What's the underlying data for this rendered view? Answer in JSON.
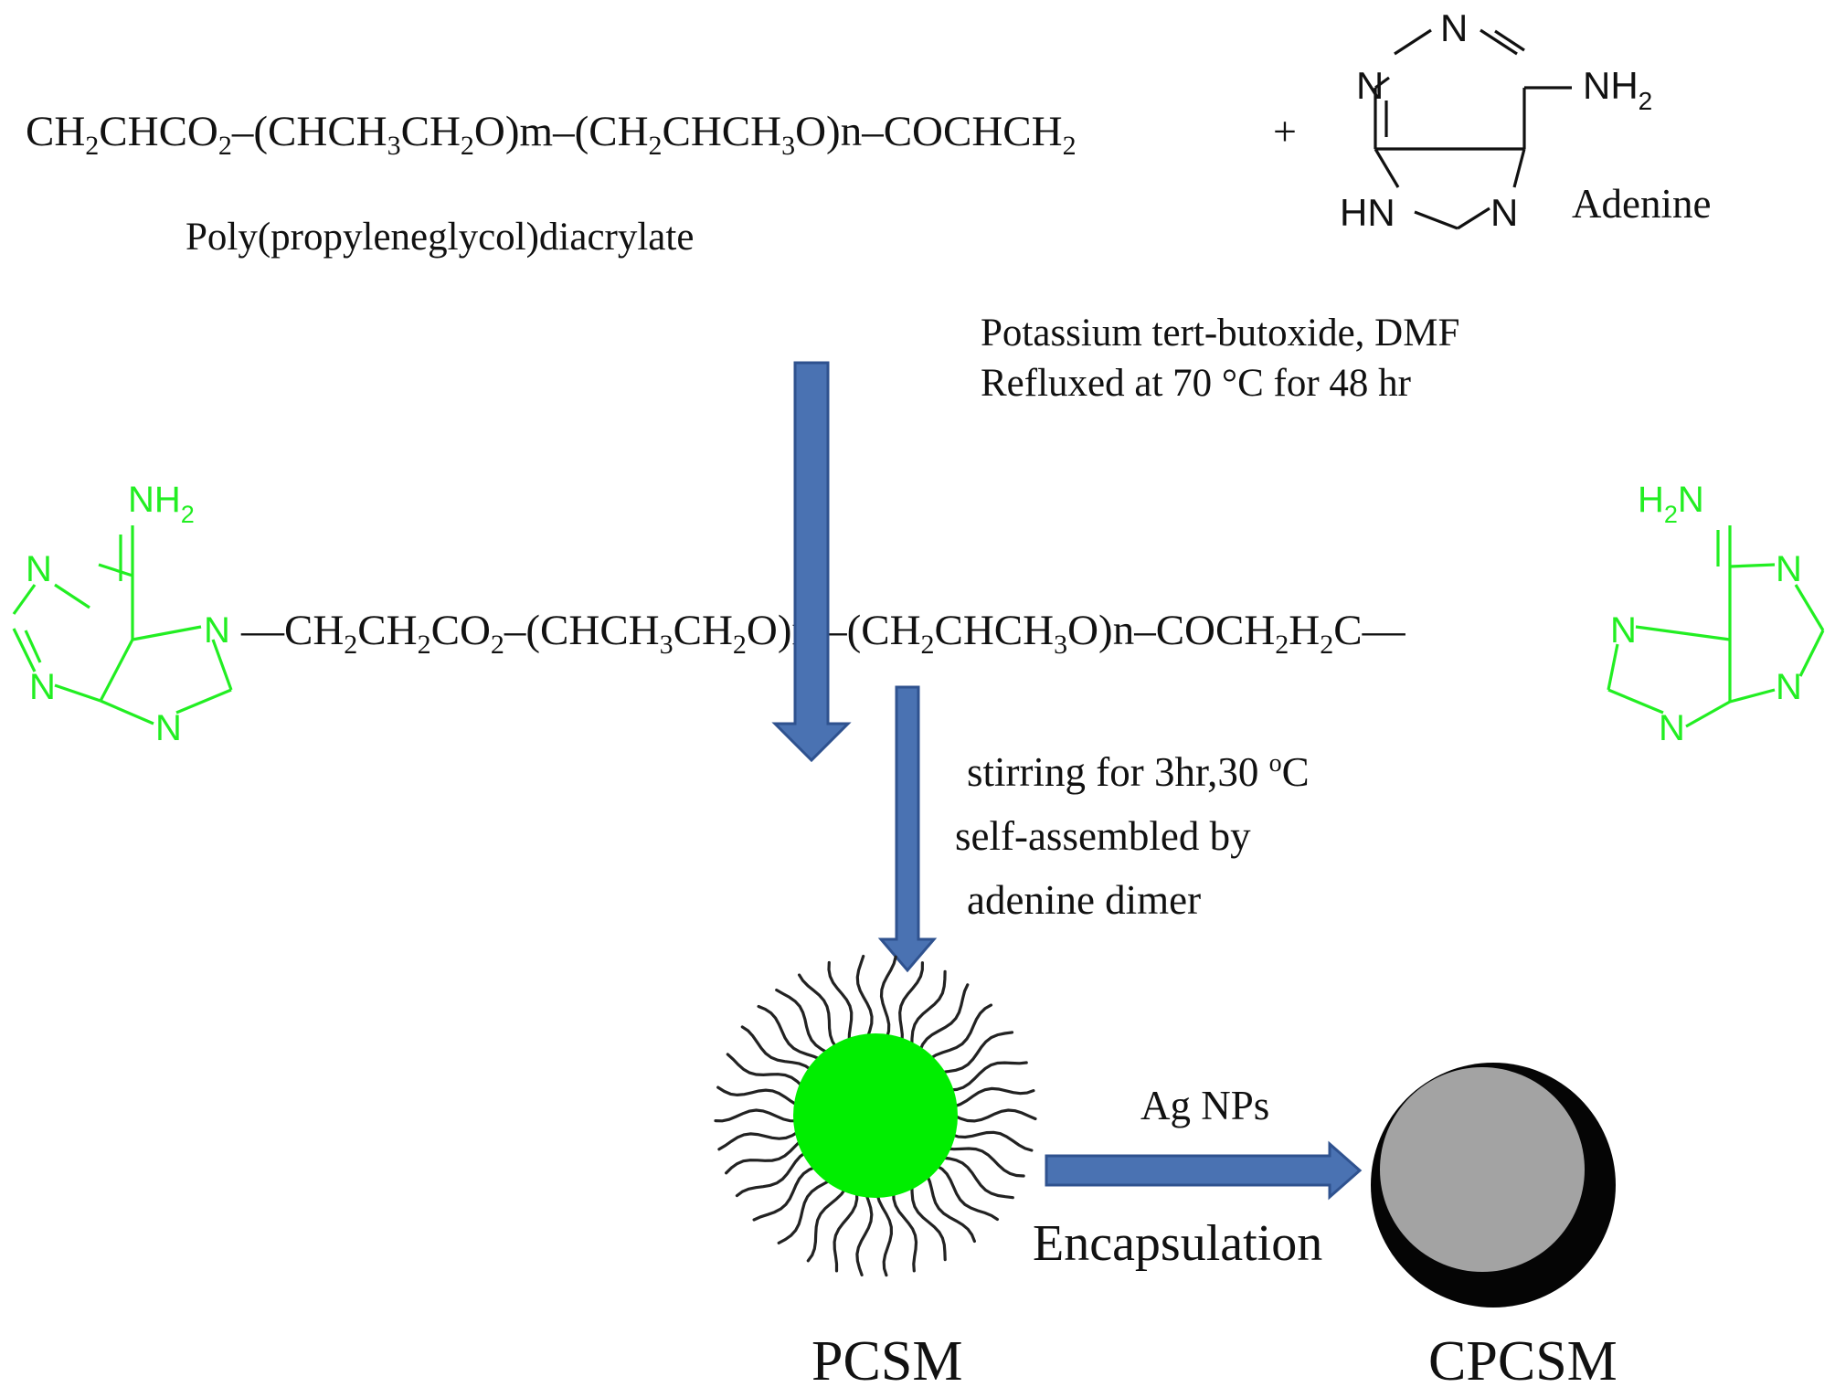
{
  "colors": {
    "adenine_green": "#22ee22",
    "arrow_fill": "#4a72b2",
    "arrow_stroke": "#2f528f",
    "micelle_core": "#00ee00",
    "shell_dark": "#050505",
    "capsule_core": "#a3a3a3"
  },
  "reactant": {
    "formula": {
      "p1": "CH",
      "s1": "2",
      "p2": "CHCO",
      "s2": "2",
      "p3": "–(CHCH",
      "s3": "3",
      "p4": "CH",
      "s4": "2",
      "p5": "O)m–(CH",
      "s5": "2",
      "p6": "CHCH",
      "s6": "3",
      "p7": "O)n–COCHCH",
      "s7": "2"
    },
    "name": "Poly(propyleneglycol)diacrylate",
    "plus": "+"
  },
  "adenine": {
    "name": "Adenine",
    "atom_n": "N",
    "atom_hn": "HN",
    "nh2_main": "NH",
    "nh2_sub": "2",
    "h2n_main": "N",
    "h2n_pre": "H",
    "h2n_sub": "2"
  },
  "step1": {
    "line1": "Potassium tert-butoxide, DMF",
    "line2": "Refluxed at 70 °C for 48 hr"
  },
  "product": {
    "formula": {
      "q1": "—CH",
      "t1": "2",
      "q2": "CH",
      "t2": "2",
      "q3": "CO",
      "t3": "2",
      "q4": "–(CHCH",
      "t4": "3",
      "q5": "CH",
      "t5": "2",
      "q6": "O)m–(CH",
      "t6": "2",
      "q7": "CHCH",
      "t7": "3",
      "q8": "O)n–COCH",
      "t8": "2",
      "q9": "H",
      "t9": "2",
      "q10": "C—"
    }
  },
  "step2": {
    "line1a": "stirring for 3hr,30 ",
    "line1sup": "o",
    "line1b": "C",
    "line2": "self-assembled by",
    "line3": "adenine dimer"
  },
  "step3": {
    "above": "Ag NPs",
    "below": "Encapsulation"
  },
  "labels": {
    "micelle": "PCSM",
    "capsule": "CPCSM"
  }
}
